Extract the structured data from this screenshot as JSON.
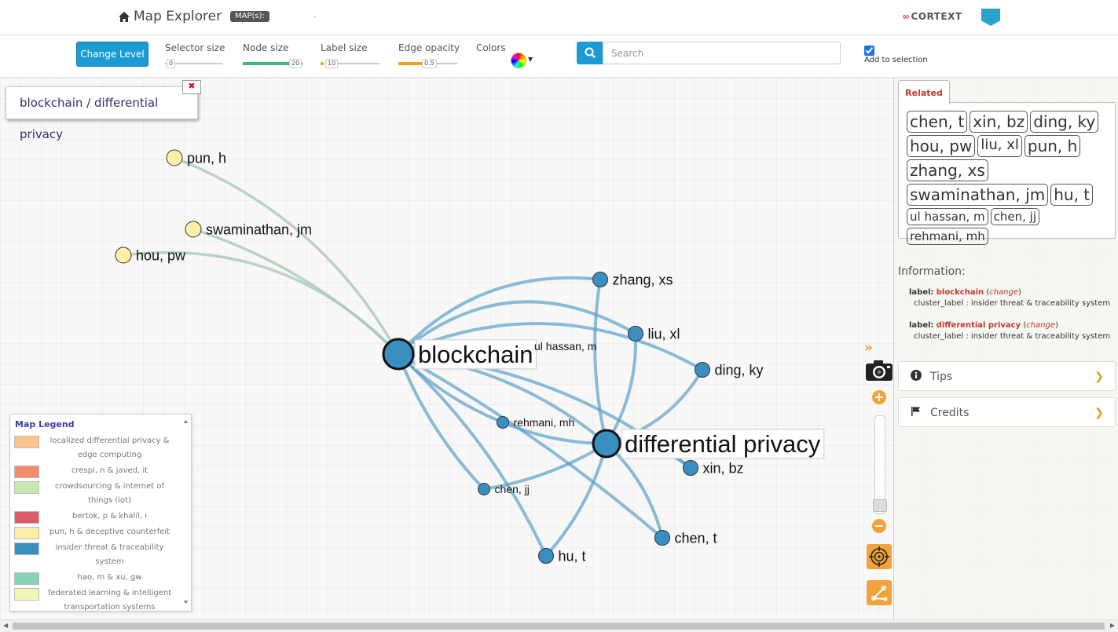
{
  "header": {
    "app_title": "Map Explorer",
    "maps_badge": "MAP(s):",
    "dot": ".",
    "cortext_label": "CORTEXT",
    "shield_logo": "shield-logo"
  },
  "toolbar": {
    "change_level_label": "Change Level",
    "selector_size": {
      "label": "Selector size",
      "value": "0",
      "fraction": 0.0
    },
    "node_size": {
      "label": "Node size",
      "value": "20",
      "fraction": 1.0
    },
    "label_size": {
      "label": "Label size",
      "value": "10",
      "fraction": 0.0
    },
    "edge_opacity": {
      "label": "Edge opacity",
      "value": "0.5",
      "fraction": 0.5
    },
    "colors_label": "Colors",
    "search_placeholder": "Search",
    "add_to_selection_label": "Add to selection",
    "add_to_selection_checked": true
  },
  "map": {
    "selection_title": "blockchain / differential privacy",
    "close_symbol": "✖",
    "nodes": [
      {
        "id": "blockchain",
        "label": "blockchain",
        "kind": "big",
        "color": "#3a8fc1"
      },
      {
        "id": "differential privacy",
        "label": "differential privacy",
        "kind": "big",
        "color": "#3a8fc1"
      },
      {
        "id": "pun, h",
        "label": "pun, h",
        "kind": "yellow",
        "color": "#fdf0a6"
      },
      {
        "id": "swaminathan, jm",
        "label": "swaminathan, jm",
        "kind": "yellow",
        "color": "#fdf0a6"
      },
      {
        "id": "hou, pw",
        "label": "hou, pw",
        "kind": "yellow",
        "color": "#fdf0a6"
      },
      {
        "id": "zhang, xs",
        "label": "zhang, xs",
        "kind": "blue",
        "color": "#3a8fc1"
      },
      {
        "id": "liu, xl",
        "label": "liu, xl",
        "kind": "blue",
        "color": "#3a8fc1"
      },
      {
        "id": "ul hassan, m",
        "label": "ul hassan, m",
        "kind": "blue-small",
        "color": "#3a8fc1"
      },
      {
        "id": "ding, ky",
        "label": "ding, ky",
        "kind": "blue",
        "color": "#3a8fc1"
      },
      {
        "id": "rehmani, mh",
        "label": "rehmani, mh",
        "kind": "blue-small",
        "color": "#3a8fc1"
      },
      {
        "id": "xin, bz",
        "label": "xin, bz",
        "kind": "blue",
        "color": "#3a8fc1"
      },
      {
        "id": "chen, jj",
        "label": "chen, jj",
        "kind": "blue-small",
        "color": "#3a8fc1"
      },
      {
        "id": "chen, t",
        "label": "chen, t",
        "kind": "blue",
        "color": "#3a8fc1"
      },
      {
        "id": "hu, t",
        "label": "hu, t",
        "kind": "blue",
        "color": "#3a8fc1"
      }
    ],
    "edges": [
      [
        "pun, h",
        "blockchain"
      ],
      [
        "swaminathan, jm",
        "blockchain"
      ],
      [
        "hou, pw",
        "blockchain"
      ],
      [
        "zhang, xs",
        "blockchain"
      ],
      [
        "zhang, xs",
        "differential privacy"
      ],
      [
        "liu, xl",
        "blockchain"
      ],
      [
        "liu, xl",
        "differential privacy"
      ],
      [
        "ding, ky",
        "blockchain"
      ],
      [
        "ding, ky",
        "differential privacy"
      ],
      [
        "xin, bz",
        "blockchain"
      ],
      [
        "xin, bz",
        "differential privacy"
      ],
      [
        "chen, t",
        "blockchain"
      ],
      [
        "chen, t",
        "differential privacy"
      ],
      [
        "hu, t",
        "blockchain"
      ],
      [
        "hu, t",
        "differential privacy"
      ],
      [
        "chen, jj",
        "blockchain"
      ],
      [
        "chen, jj",
        "differential privacy"
      ],
      [
        "rehmani, mh",
        "blockchain"
      ],
      [
        "rehmani, mh",
        "differential privacy"
      ],
      [
        "ul hassan, m",
        "blockchain"
      ],
      [
        "blockchain",
        "differential privacy"
      ]
    ],
    "edge_colors": {
      "blue": "#5b9fc9",
      "green": "#a9c9b5"
    }
  },
  "legend": {
    "title": "Map Legend",
    "items": [
      {
        "color": "#fbc48e",
        "label": "localized differential privacy & edge computing"
      },
      {
        "color": "#f48b6a",
        "label": "crespi, n & javed, it"
      },
      {
        "color": "#c9e7b3",
        "label": "crowdsourcing & internet of things (iot)"
      },
      {
        "color": "#dd5c6a",
        "label": "bertok, p & khalil, i"
      },
      {
        "color": "#fdf0a6",
        "label": "pun, h & deceptive counterfeit"
      },
      {
        "color": "#3a8fc1",
        "label": "insider threat & traceability system"
      },
      {
        "color": "#88d2b9",
        "label": "hao, m & xu, gw"
      },
      {
        "color": "#f1f6b5",
        "label": "federated learning & intelligent transportation systems"
      }
    ]
  },
  "controls": {
    "expand_symbol": "»",
    "zoom_in_symbol": "+",
    "zoom_out_symbol": "−",
    "zoom_level_fraction": 0.1
  },
  "right_panel": {
    "related_tab_label": "Related",
    "related_tags": [
      {
        "text": "chen, t",
        "size": 20
      },
      {
        "text": "xin, bz",
        "size": 20
      },
      {
        "text": "ding, ky",
        "size": 20
      },
      {
        "text": "hou, pw",
        "size": 20
      },
      {
        "text": "liu, xl",
        "size": 18
      },
      {
        "text": "pun, h",
        "size": 20
      },
      {
        "text": "zhang, xs",
        "size": 20
      },
      {
        "text": "swaminathan, jm",
        "size": 20
      },
      {
        "text": "hu, t",
        "size": 20
      },
      {
        "text": "ul hassan, m",
        "size": 15
      },
      {
        "text": "chen, jj",
        "size": 15
      },
      {
        "text": "rehmani, mh",
        "size": 15
      }
    ],
    "information_title": "Information:",
    "info": [
      {
        "key": "label:",
        "value": "blockchain",
        "change": "change",
        "cluster": "cluster_label : insider threat & traceability system"
      },
      {
        "key": "label:",
        "value": "differential privacy",
        "change": "change",
        "cluster": "cluster_label : insider threat & traceability system"
      }
    ],
    "tips_label": "Tips",
    "credits_label": "Credits"
  }
}
